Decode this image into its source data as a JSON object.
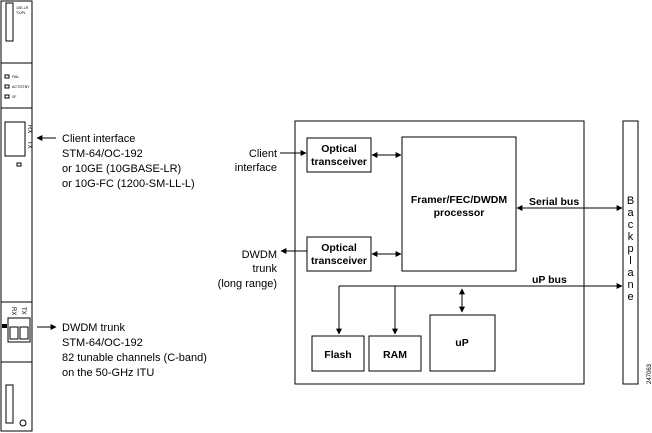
{
  "card": {
    "label_line1": "10E-LR",
    "label_line2": "TX/PL",
    "leds": [
      "FAIL",
      "ACT/STBY",
      "SF"
    ],
    "client_port_rx": "RX",
    "client_port_tx": "TX",
    "trunk_port_rx": "RX",
    "trunk_port_tx": "TX"
  },
  "callouts": {
    "client": [
      "Client interface",
      "STM-64/OC-192",
      "or 10GE (10GBASE-LR)",
      "or 10G-FC (1200-SM-LL-L)"
    ],
    "trunk": [
      "DWDM trunk",
      "STM-64/OC-192",
      "82 tunable channels (C-band)",
      "on the 50-GHz ITU"
    ]
  },
  "diagram": {
    "client_in": [
      "Client",
      "interface"
    ],
    "trunk_out": [
      "DWDM",
      "trunk",
      "(long range)"
    ],
    "optical_top": [
      "Optical",
      "transceiver"
    ],
    "optical_bottom": [
      "Optical",
      "transceiver"
    ],
    "framer": [
      "Framer/FEC/DWDM",
      "processor"
    ],
    "serial_bus": "Serial bus",
    "up_bus": "uP bus",
    "flash": "Flash",
    "ram": "RAM",
    "up": "uP",
    "backplane": [
      "B",
      "a",
      "c",
      "k",
      "p",
      "l",
      "a",
      "n",
      "e"
    ]
  },
  "figure_id": "247063"
}
